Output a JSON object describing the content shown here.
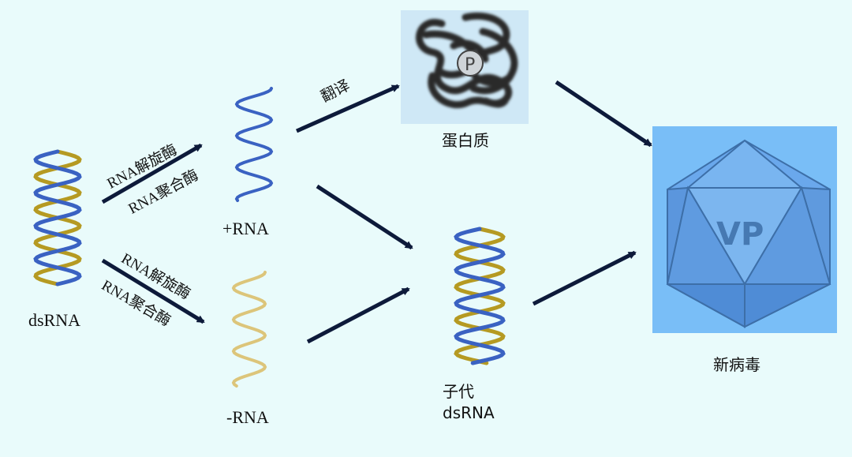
{
  "labels": {
    "dsrna": "dsRNA",
    "plus_rna": "+RNA",
    "minus_rna": "-RNA",
    "protein": "蛋白质",
    "progeny_line1": "子代",
    "progeny_line2": "dsRNA",
    "new_virus": "新病毒",
    "translation": "翻译",
    "upper_enzyme_1": "RNA解旋酶",
    "upper_enzyme_2": "RNA聚合酶",
    "lower_enzyme_1": "RNA解旋酶",
    "lower_enzyme_2": "RNA聚合酶",
    "protein_glyph": "P",
    "capsid_glyph": "VP"
  },
  "colors": {
    "background": "#e9fbfb",
    "strand_blue": "#3a62c2",
    "strand_gold": "#b59a22",
    "strand_light_gold": "#dcc57a",
    "arrow": "#0d1a3a",
    "virus_bg": "#79bef7",
    "virus_face": "#5f9fe6",
    "protein_bg": "#cfe8f6"
  }
}
